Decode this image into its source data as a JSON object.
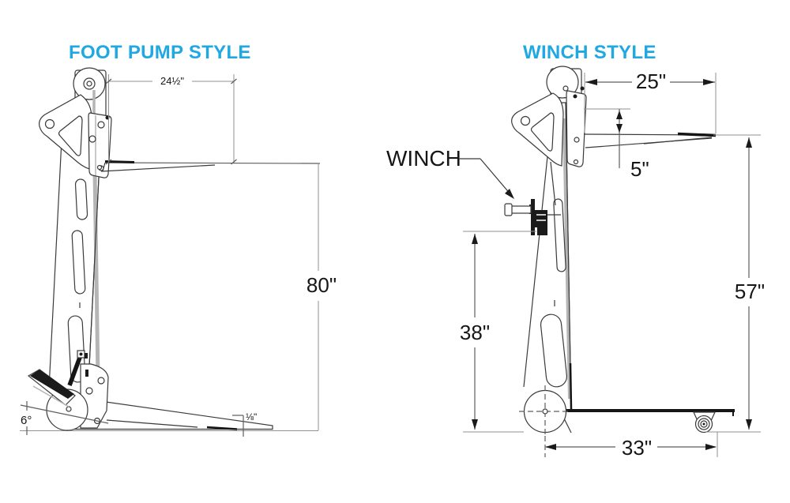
{
  "page": {
    "background": "#ffffff",
    "accent_color": "#1FA8E1",
    "line_color": "#3a3a3a",
    "dim_line_color": "#8f8f8f"
  },
  "foot_pump": {
    "title": "FOOT PUMP STYLE",
    "dims": {
      "fork_width": "24½\"",
      "overall_height": "80\"",
      "base_angle": "6°",
      "ground_clearance": "⅛\""
    }
  },
  "winch": {
    "title": "WINCH STYLE",
    "callout": "WINCH",
    "dims": {
      "fork_width": "25\"",
      "fork_drop": "5\"",
      "overall_height": "57\"",
      "winch_height": "38\"",
      "base_length": "33\""
    }
  }
}
